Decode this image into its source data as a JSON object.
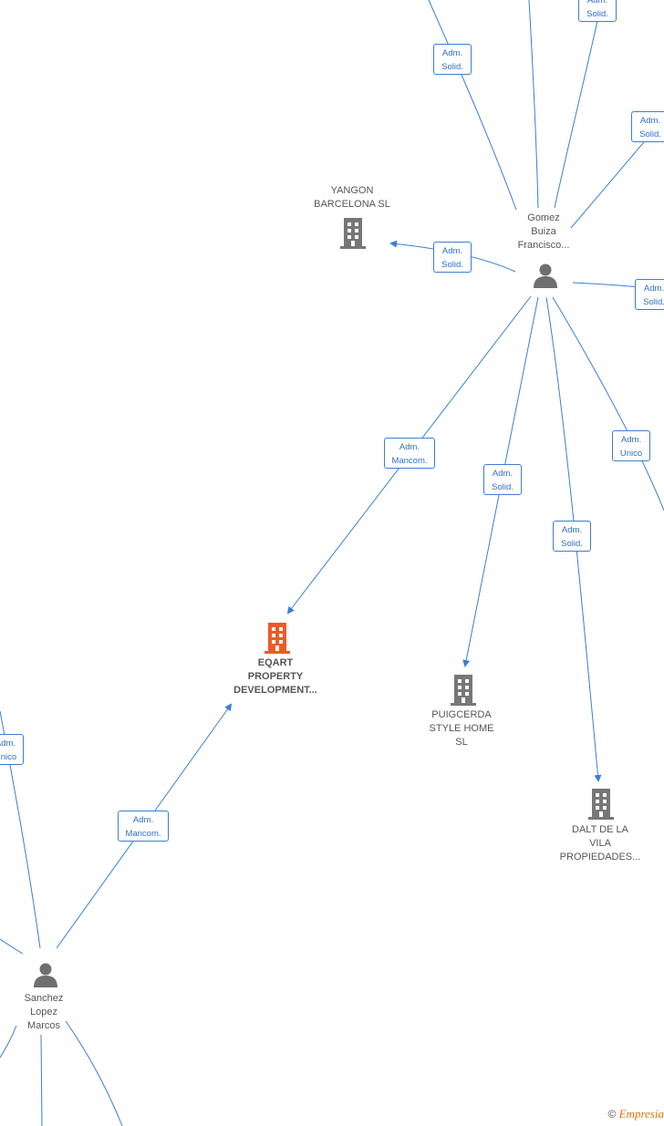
{
  "colors": {
    "edge": "#3a7fd5",
    "company": "#777777",
    "focus_company": "#f05a28",
    "person": "#6f6f6f"
  },
  "nodes": {
    "gomez": {
      "lines": [
        "Gomez",
        "Buiza",
        "Francisco..."
      ],
      "icon": "person-icon"
    },
    "sanchez": {
      "lines": [
        "Sanchez",
        "Lopez",
        "Marcos"
      ],
      "icon": "person-icon"
    },
    "yangon": {
      "lines": [
        "YANGON",
        "BARCELONA SL"
      ],
      "icon": "building-icon"
    },
    "eqart": {
      "lines": [
        "EQART",
        "PROPERTY",
        "DEVELOPMENT..."
      ],
      "icon": "building-icon"
    },
    "puigcerda": {
      "lines": [
        "PUIGCERDA",
        "STYLE HOME",
        "SL"
      ],
      "icon": "building-icon"
    },
    "dalt": {
      "lines": [
        "DALT DE LA",
        "VILA",
        "PROPIEDADES..."
      ],
      "icon": "building-icon"
    }
  },
  "roles": {
    "top_partial": [
      "Adm.",
      "Solid."
    ],
    "top_left": [
      "Adm.",
      "Solid."
    ],
    "right_upper": [
      "Adm.",
      "Solid."
    ],
    "yangon": [
      "Adm.",
      "Solid."
    ],
    "right_mid": [
      "Adm.",
      "Solid."
    ],
    "eqart_gomez": [
      "Adm.",
      "Mancom."
    ],
    "unico_right": [
      "Adm.",
      "Unico"
    ],
    "puigcerda": [
      "Adm.",
      "Solid."
    ],
    "dalt": [
      "Adm.",
      "Solid."
    ],
    "unico_left": [
      "Adm.",
      "Unico"
    ],
    "eqart_sanchez": [
      "Adm.",
      "Mancom."
    ]
  },
  "footer": {
    "copyright": "©",
    "brand": "Empresia"
  }
}
